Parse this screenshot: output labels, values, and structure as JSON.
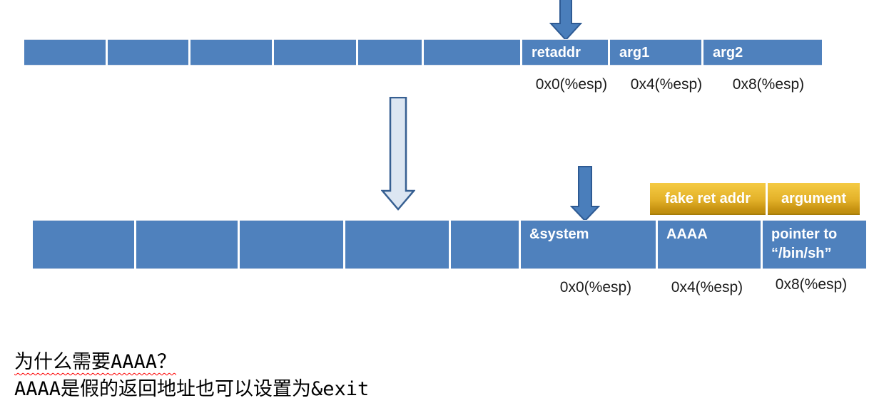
{
  "colors": {
    "cell_blue": "#4F81BD",
    "divider_white": "#FFFFFF",
    "solid_arrow_fill": "#4A7EBB",
    "solid_arrow_border": "#2E5A93",
    "hollow_arrow_fill": "#DCE6F2",
    "hollow_arrow_border": "#365F91",
    "gold_top": "#F5CB44",
    "gold_bottom": "#BE8F0E",
    "note_underline": "#FF0000"
  },
  "icons": {
    "arrow_before": "down-arrow-icon",
    "arrow_transition": "down-arrow-outline-icon",
    "arrow_after": "down-arrow-icon"
  },
  "stack_before": {
    "cells": [
      {
        "label": ""
      },
      {
        "label": ""
      },
      {
        "label": ""
      },
      {
        "label": ""
      },
      {
        "label": ""
      },
      {
        "label": ""
      },
      {
        "label": "retaddr"
      },
      {
        "label": "arg1"
      },
      {
        "label": "arg2"
      }
    ],
    "offsets": [
      {
        "label": "0x0(%esp)"
      },
      {
        "label": "0x4(%esp)"
      },
      {
        "label": "0x8(%esp)"
      }
    ]
  },
  "overlay_labels": {
    "cells": [
      {
        "label": "fake ret addr"
      },
      {
        "label": "argument"
      }
    ]
  },
  "stack_after": {
    "cells": [
      {
        "label": ""
      },
      {
        "label": ""
      },
      {
        "label": ""
      },
      {
        "label": ""
      },
      {
        "label": ""
      },
      {
        "label": "&system"
      },
      {
        "label": "AAAA"
      },
      {
        "label_line1": "pointer to",
        "label_line2": "“/bin/sh”"
      }
    ],
    "offsets": [
      {
        "label": "0x0(%esp)"
      },
      {
        "label": "0x4(%esp)"
      },
      {
        "label": "0x8(%esp)"
      }
    ]
  },
  "notes": {
    "question_zh": "为什么需要",
    "question_code": "AAAA？",
    "answer_code1": "AAAA",
    "answer_zh": "是假的返回地址也可以设置为",
    "answer_code2": "&exit"
  }
}
